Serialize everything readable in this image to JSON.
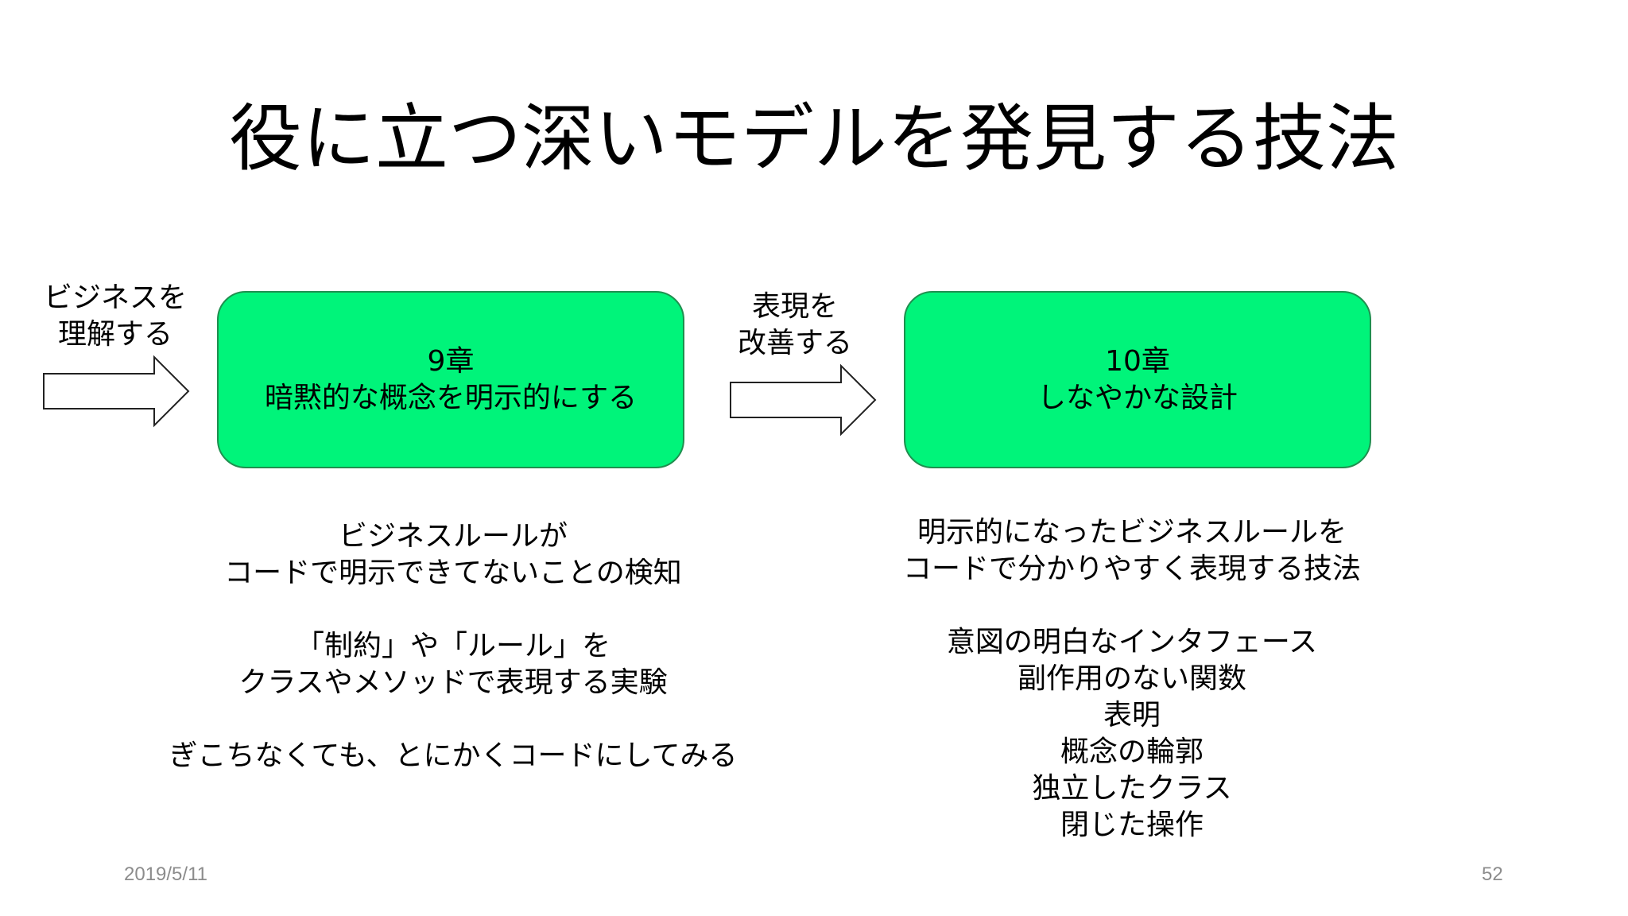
{
  "slide": {
    "title": "役に立つ深いモデルを発見する技法",
    "left_arrow_label": [
      "ビジネスを",
      "理解する"
    ],
    "mid_arrow_label": [
      "表現を",
      "改善する"
    ],
    "box1": {
      "line1": "9章",
      "line2": "暗黙的な概念を明示的にする",
      "fill": "#00f47a"
    },
    "box2": {
      "line1": "10章",
      "line2": "しなやかな設計",
      "fill": "#00f47a"
    },
    "box1_desc": {
      "group1": [
        "ビジネスルールが",
        "コードで明示できてないことの検知"
      ],
      "group2": [
        "「制約」や「ルール」を",
        "クラスやメソッドで表現する実験"
      ],
      "group3": [
        "ぎこちなくても、とにかくコードにしてみる"
      ]
    },
    "box2_desc": {
      "group1": [
        "明示的になったビジネスルールを",
        "コードで分かりやすく表現する技法"
      ],
      "group2": [
        "意図の明白なインタフェース",
        "副作用のない関数",
        "表明",
        "概念の輪郭",
        "独立したクラス",
        "閉じた操作"
      ]
    },
    "footer_date": "2019/5/11",
    "page_number": "52"
  }
}
